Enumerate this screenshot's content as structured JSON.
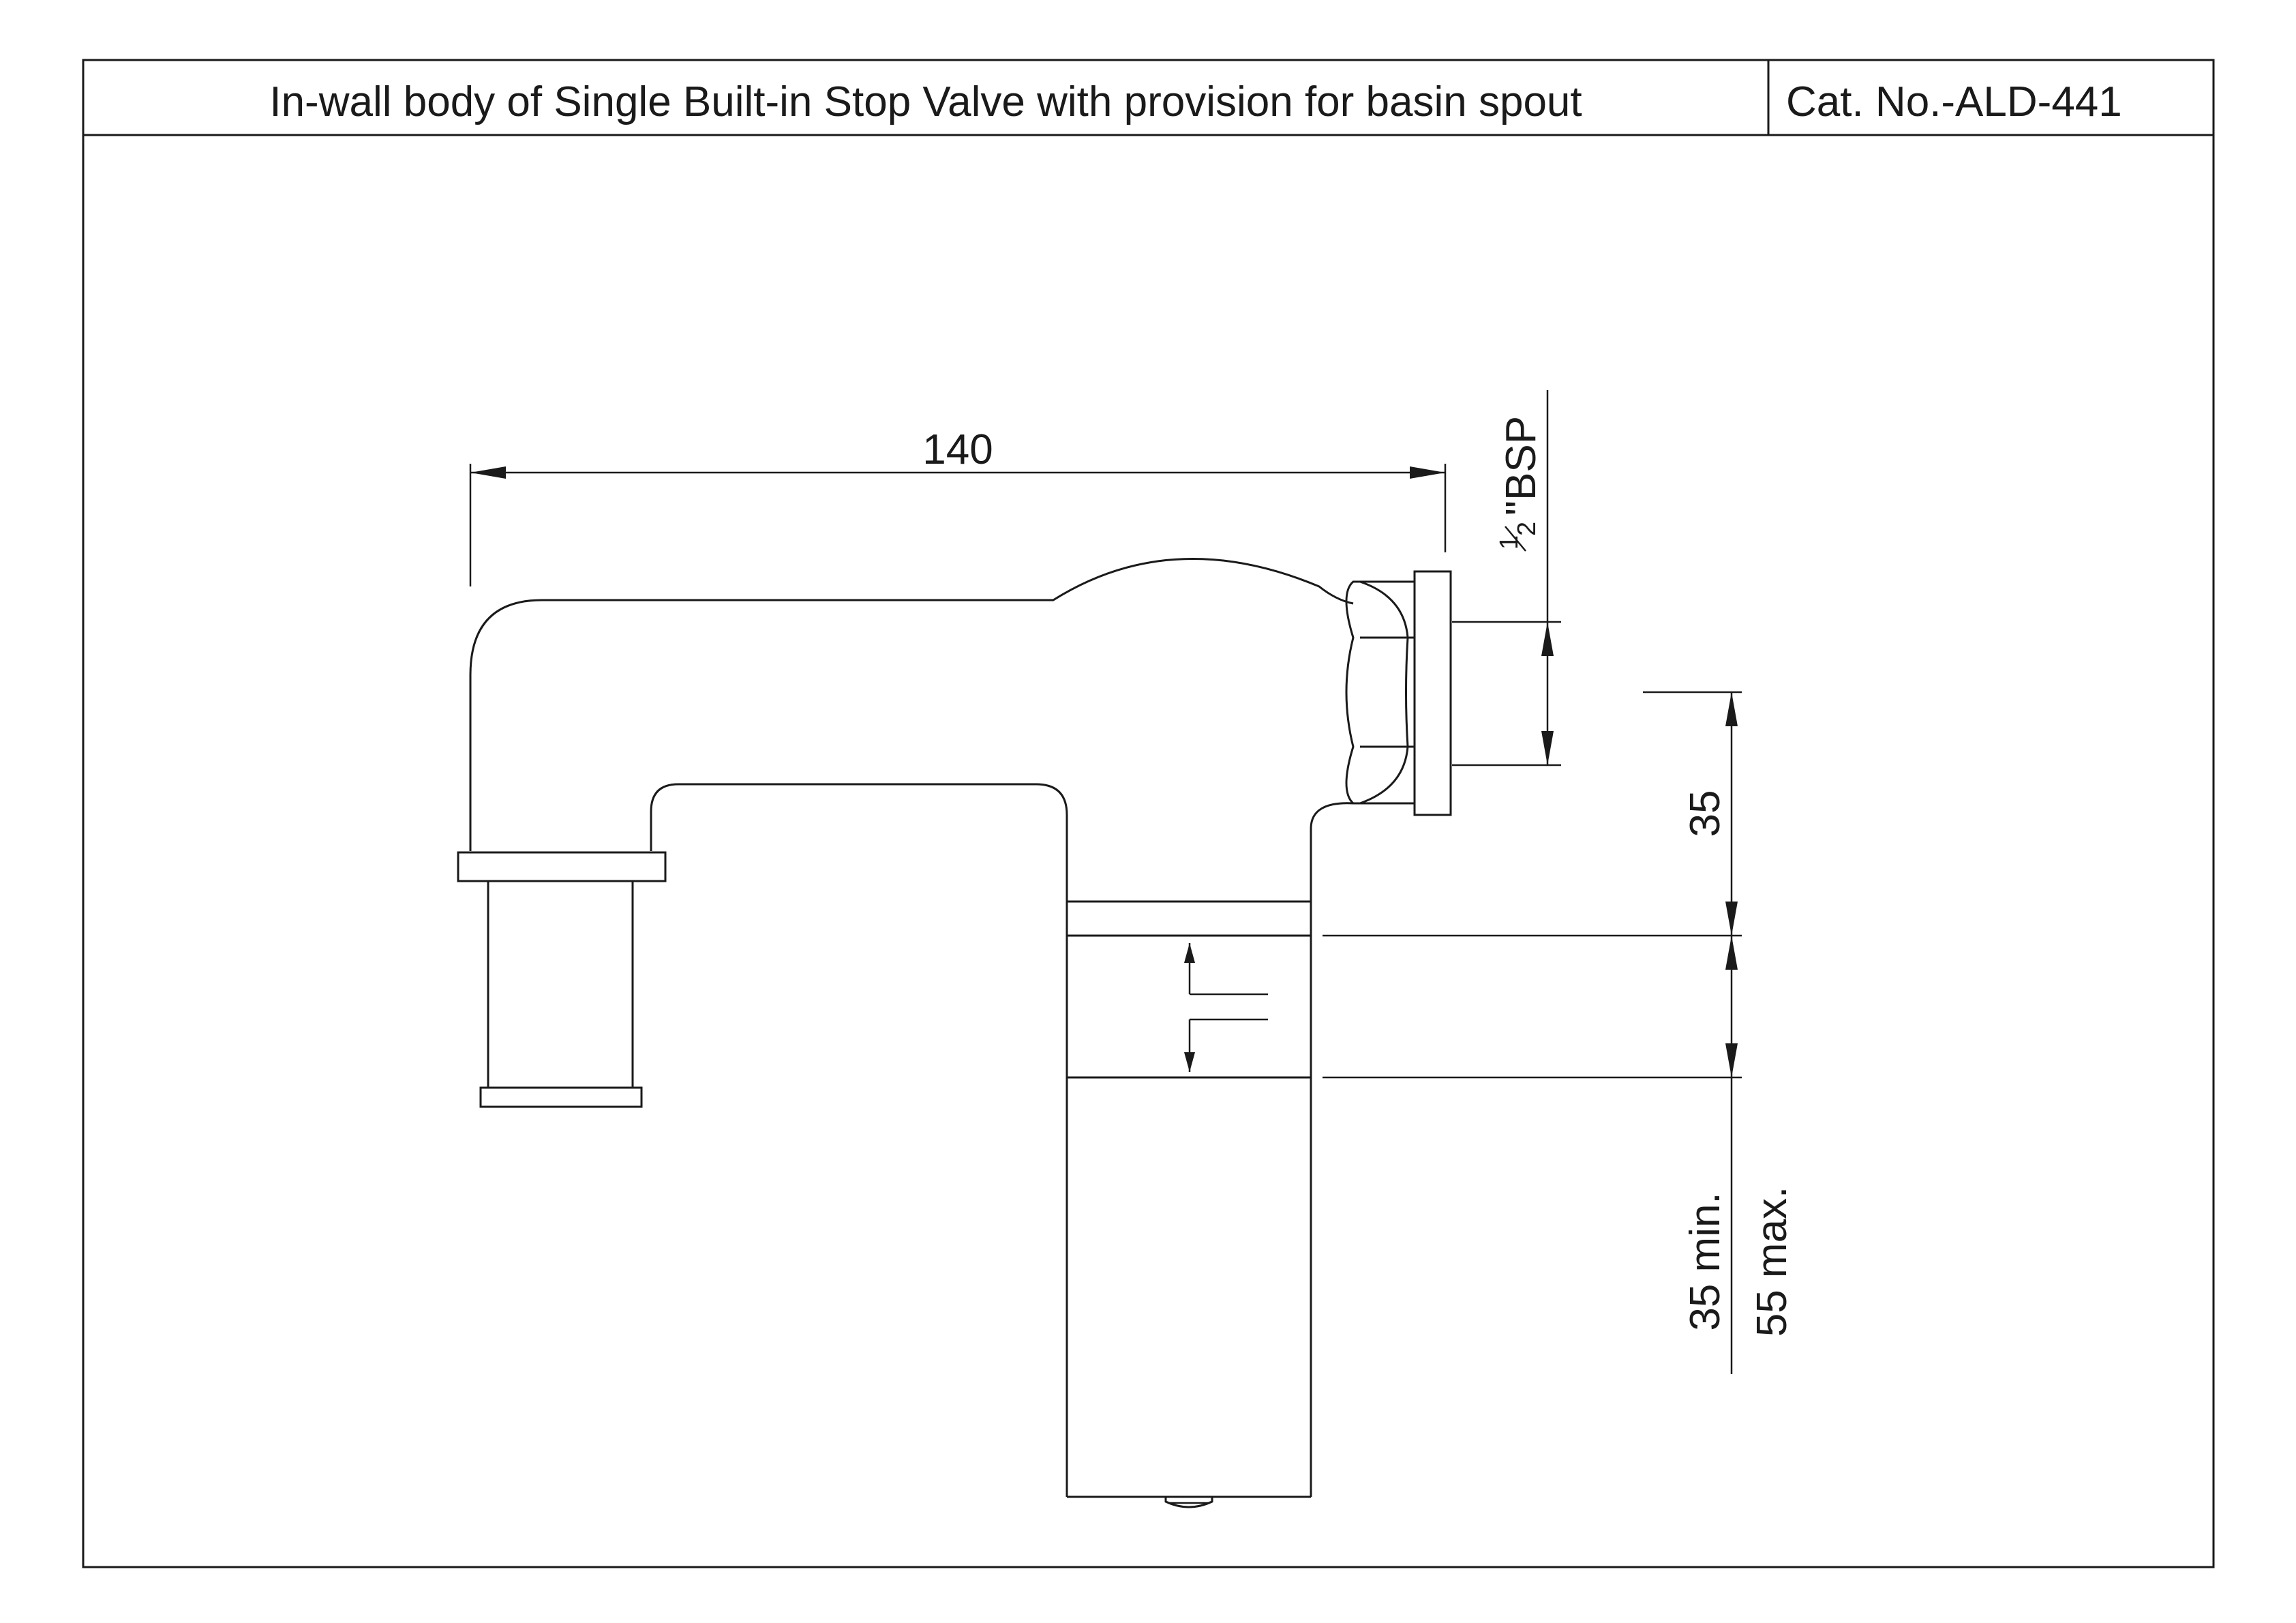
{
  "title_block": {
    "title": "In-wall body of Single Built-in Stop Valve with provision for basin spout",
    "cat_no": "Cat. No.-ALD-441"
  },
  "dimensions": {
    "overall_length": "140",
    "thread_numerator": "1",
    "thread_denominator": "2",
    "thread_spec": "\"BSP",
    "spout_offset": "35",
    "depth_min": "35 min.",
    "depth_max": "55 max."
  }
}
